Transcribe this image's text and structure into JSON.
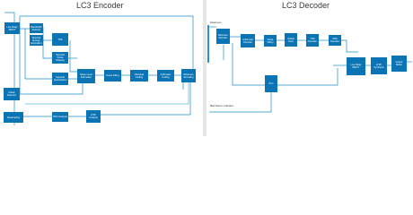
{
  "encoder": {
    "title": "LC3 Encoder",
    "blocks": [
      {
        "id": "mdct",
        "label": "Low Delay MDCT"
      },
      {
        "id": "bw",
        "label": "Bandwidth Detector"
      },
      {
        "id": "energy",
        "label": "Spectral Energy Estimation"
      },
      {
        "id": "tns_enc",
        "label": "TNS"
      },
      {
        "id": "sns_enc",
        "label": "Spectral Noise Shaping"
      },
      {
        "id": "quant",
        "label": "Spectral Quantization"
      },
      {
        "id": "noise",
        "label": "Noise Level Estimation"
      },
      {
        "id": "nf",
        "label": "Noise Filling"
      },
      {
        "id": "res",
        "label": "Residual Coding"
      },
      {
        "id": "ac",
        "label": "Arithmetic Coding"
      },
      {
        "id": "bitstream",
        "label": "Bitstream Encoding"
      },
      {
        "id": "attack",
        "label": "Attack Detector"
      },
      {
        "id": "resample",
        "label": "Resampling"
      },
      {
        "id": "pitch",
        "label": "Pitch Analysis"
      },
      {
        "id": "ltpf",
        "label": "LTPF Analysis"
      }
    ]
  },
  "decoder": {
    "title": "LC3 Decoder",
    "labels": {
      "bitstream": "bitstream",
      "bad_frame": "Bad frame indicator"
    },
    "blocks": [
      {
        "id": "bs_dec",
        "label": "Bitstream Decoder"
      },
      {
        "id": "ac_dec",
        "label": "Arithmetic Decoder"
      },
      {
        "id": "nf_dec",
        "label": "Noise Filling"
      },
      {
        "id": "gain",
        "label": "Global Gain"
      },
      {
        "id": "tns_dec",
        "label": "TNS Decoder"
      },
      {
        "id": "sns_dec",
        "label": "SNS Decoder"
      },
      {
        "id": "plc",
        "label": "PLC"
      },
      {
        "id": "imdct",
        "label": "Low Delay IMDCT"
      },
      {
        "id": "ltpf_syn",
        "label": "LTPF Synthesis"
      },
      {
        "id": "out",
        "label": "Output Buffer"
      }
    ]
  }
}
